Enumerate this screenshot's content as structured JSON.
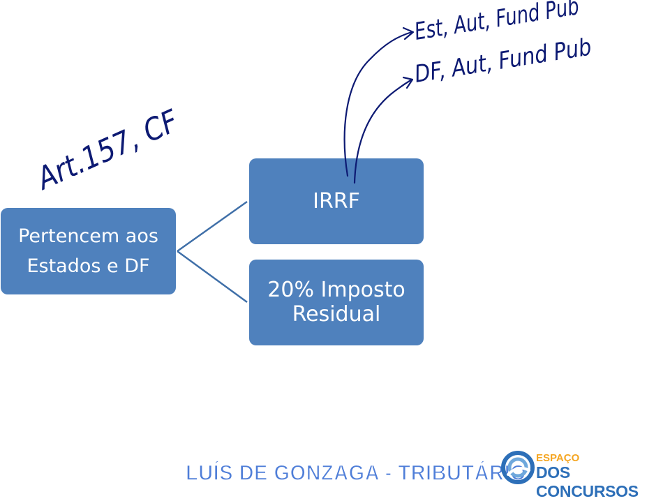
{
  "diagram": {
    "root": {
      "line1": "Pertencem aos",
      "line2": "Estados e DF"
    },
    "children": [
      {
        "label": "IRRF"
      },
      {
        "line1": "20% Imposto",
        "line2": "Residual"
      }
    ]
  },
  "annotations": {
    "left": "Art.157, CF",
    "right_line1": "Est, Aut, Fund Pub",
    "right_line2": "DF, Aut, Fund Pub"
  },
  "footer": {
    "title": "LUÍS DE GONZAGA - TRIBUTÁRIO",
    "logo_top": "ESPAÇO",
    "logo_bottom": "DOS CONCURSOS"
  },
  "colors": {
    "box_fill": "#4f81bd",
    "connector": "#3f6fa8",
    "ink": "#0d1a73",
    "footer_blue": "#4f7ed8",
    "logo_orange": "#f5a623"
  }
}
